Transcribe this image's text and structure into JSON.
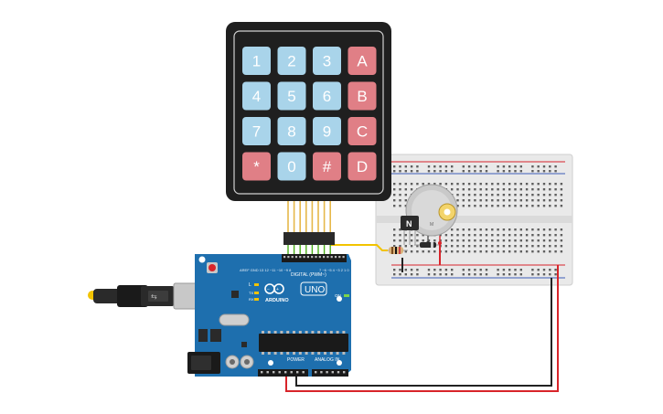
{
  "keypad": {
    "keys": [
      {
        "label": "1",
        "kind": "num"
      },
      {
        "label": "2",
        "kind": "num"
      },
      {
        "label": "3",
        "kind": "num"
      },
      {
        "label": "A",
        "kind": "letter"
      },
      {
        "label": "4",
        "kind": "num"
      },
      {
        "label": "5",
        "kind": "num"
      },
      {
        "label": "6",
        "kind": "num"
      },
      {
        "label": "B",
        "kind": "letter"
      },
      {
        "label": "7",
        "kind": "num"
      },
      {
        "label": "8",
        "kind": "num"
      },
      {
        "label": "9",
        "kind": "num"
      },
      {
        "label": "C",
        "kind": "letter"
      },
      {
        "label": "*",
        "kind": "letter"
      },
      {
        "label": "0",
        "kind": "num"
      },
      {
        "label": "#",
        "kind": "letter"
      },
      {
        "label": "D",
        "kind": "letter"
      }
    ],
    "colors": {
      "num": "#a9d4ea",
      "letter": "#e07f86",
      "body": "#1f1f1f"
    }
  },
  "arduino": {
    "brand": "ARDUINO",
    "model": "UNO",
    "digital_label": "DIGITAL (PWM~)",
    "power_label": "POWER",
    "analog_label": "ANALOG IN",
    "on_label": "ON",
    "tx_label": "TX",
    "rx_label": "RX",
    "l_label": "L",
    "color": "#1e6fae"
  },
  "motor": {
    "label": "M"
  },
  "transistor": {
    "label": "N"
  },
  "wires": {
    "signal": "#f2c300",
    "red": "#d8242a",
    "black": "#222222",
    "data": "#4caf1a"
  }
}
